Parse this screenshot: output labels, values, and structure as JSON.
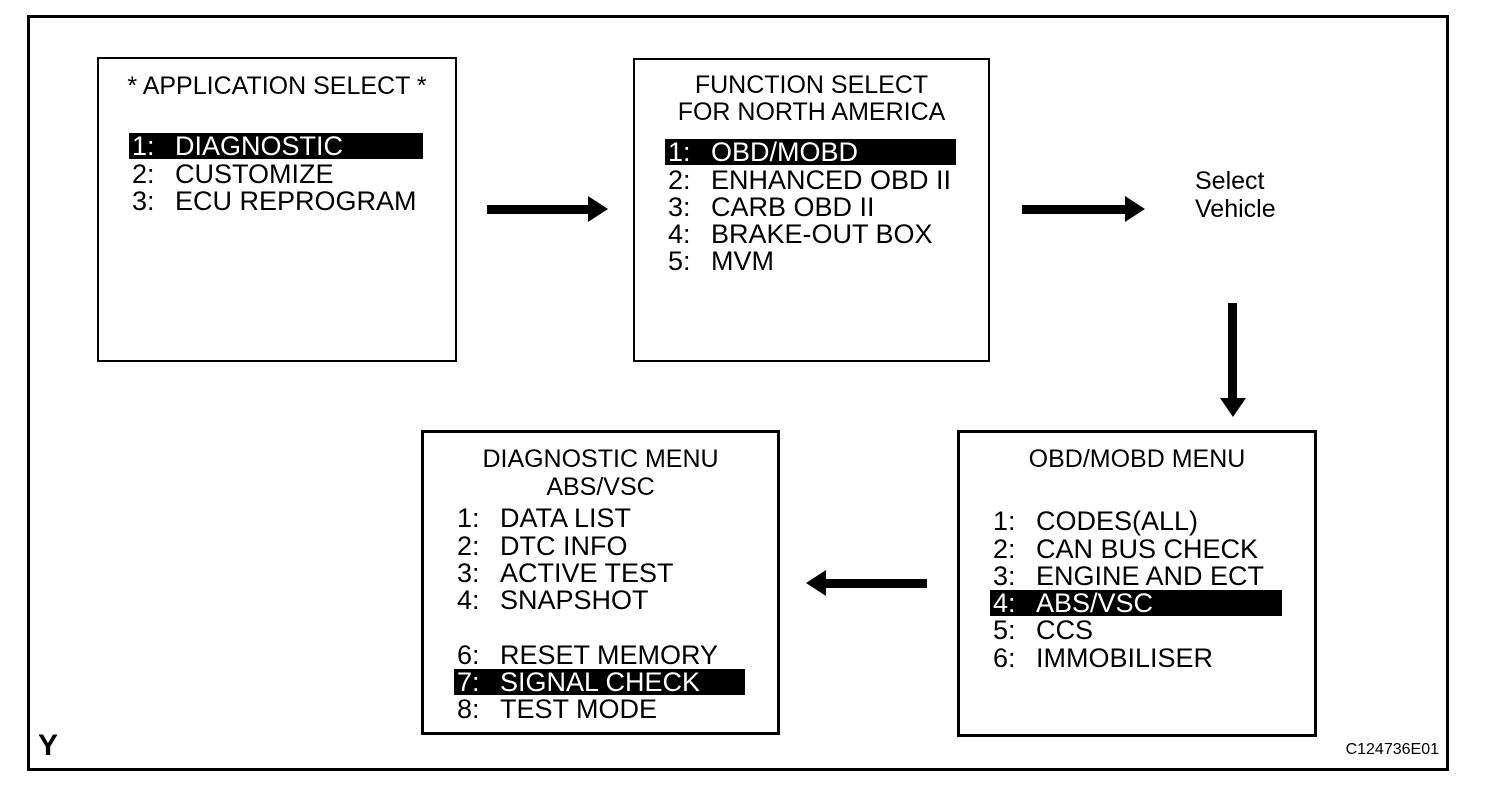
{
  "colors": {
    "background": "#ffffff",
    "foreground": "#000000",
    "highlight_bg": "#000000",
    "highlight_text": "#ffffff"
  },
  "icons": {
    "flow_arrow_1": "arrow-right",
    "flow_arrow_2": "arrow-right",
    "flow_arrow_3": "arrow-down",
    "flow_arrow_4": "arrow-left"
  },
  "boxes": {
    "application_select": {
      "title": "* APPLICATION SELECT *",
      "items": [
        {
          "num": "1:",
          "label": "DIAGNOSTIC",
          "highlighted": true
        },
        {
          "num": "2:",
          "label": "CUSTOMIZE",
          "highlighted": false
        },
        {
          "num": "3:",
          "label": "ECU REPROGRAM",
          "highlighted": false
        }
      ]
    },
    "function_select": {
      "title_line1": "FUNCTION SELECT",
      "title_line2": "FOR NORTH AMERICA",
      "items": [
        {
          "num": "1:",
          "label": "OBD/MOBD",
          "highlighted": true
        },
        {
          "num": "2:",
          "label": "ENHANCED OBD II",
          "highlighted": false
        },
        {
          "num": "3:",
          "label": "CARB OBD II",
          "highlighted": false
        },
        {
          "num": "4:",
          "label": "BRAKE-OUT BOX",
          "highlighted": false
        },
        {
          "num": "5:",
          "label": "MVM",
          "highlighted": false
        }
      ]
    },
    "obd_mobd_menu": {
      "title": "OBD/MOBD MENU",
      "items": [
        {
          "num": "1:",
          "label": "CODES(ALL)",
          "highlighted": false
        },
        {
          "num": "2:",
          "label": "CAN BUS CHECK",
          "highlighted": false
        },
        {
          "num": "3:",
          "label": "ENGINE AND ECT",
          "highlighted": false
        },
        {
          "num": "4:",
          "label": "ABS/VSC",
          "highlighted": true
        },
        {
          "num": "5:",
          "label": "CCS",
          "highlighted": false
        },
        {
          "num": "6:",
          "label": "IMMOBILISER",
          "highlighted": false
        }
      ]
    },
    "diagnostic_menu": {
      "title_line1": "DIAGNOSTIC MENU",
      "title_line2": "ABS/VSC",
      "items": [
        {
          "num": "1:",
          "label": "DATA LIST",
          "highlighted": false
        },
        {
          "num": "2:",
          "label": "DTC INFO",
          "highlighted": false
        },
        {
          "num": "3:",
          "label": "ACTIVE TEST",
          "highlighted": false
        },
        {
          "num": "4:",
          "label": "SNAPSHOT",
          "highlighted": false
        },
        {
          "num": "",
          "label": "",
          "highlighted": false
        },
        {
          "num": "6:",
          "label": "RESET MEMORY",
          "highlighted": false
        },
        {
          "num": "7:",
          "label": "SIGNAL CHECK",
          "highlighted": true
        },
        {
          "num": "8:",
          "label": "TEST MODE",
          "highlighted": false
        }
      ]
    }
  },
  "labels": {
    "select_vehicle_line1": "Select",
    "select_vehicle_line2": "Vehicle",
    "corner_mark": "Y",
    "figure_code": "C124736E01"
  }
}
